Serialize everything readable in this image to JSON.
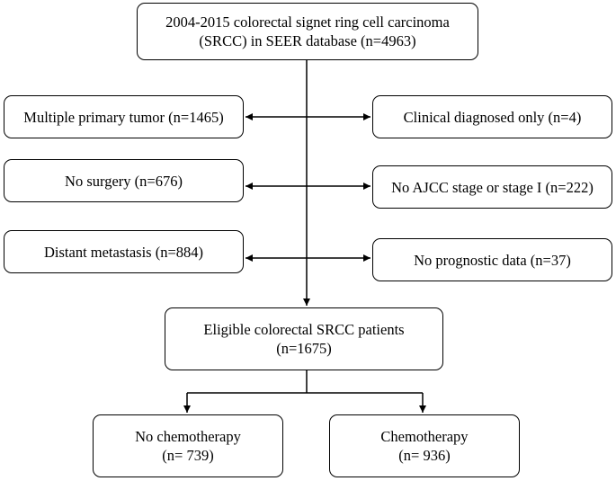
{
  "top_box": {
    "line1": "2004-2015 colorectal signet ring cell carcinoma",
    "line2": "(SRCC) in SEER database (n=4963)"
  },
  "exclusions_left": [
    "Multiple primary tumor (n=1465)",
    "No surgery (n=676)",
    "Distant metastasis  (n=884)"
  ],
  "exclusions_right": [
    "Clinical diagnosed only (n=4)",
    "No AJCC stage or stage I (n=222)",
    "No prognostic data (n=37)"
  ],
  "eligible_box": {
    "line1": "Eligible colorectal SRCC patients",
    "line2": "(n=1675)"
  },
  "outcome_left": {
    "line1": "No chemotherapy",
    "line2": "(n= 739)"
  },
  "outcome_right": {
    "line1": "Chemotherapy",
    "line2": "(n= 936)"
  }
}
